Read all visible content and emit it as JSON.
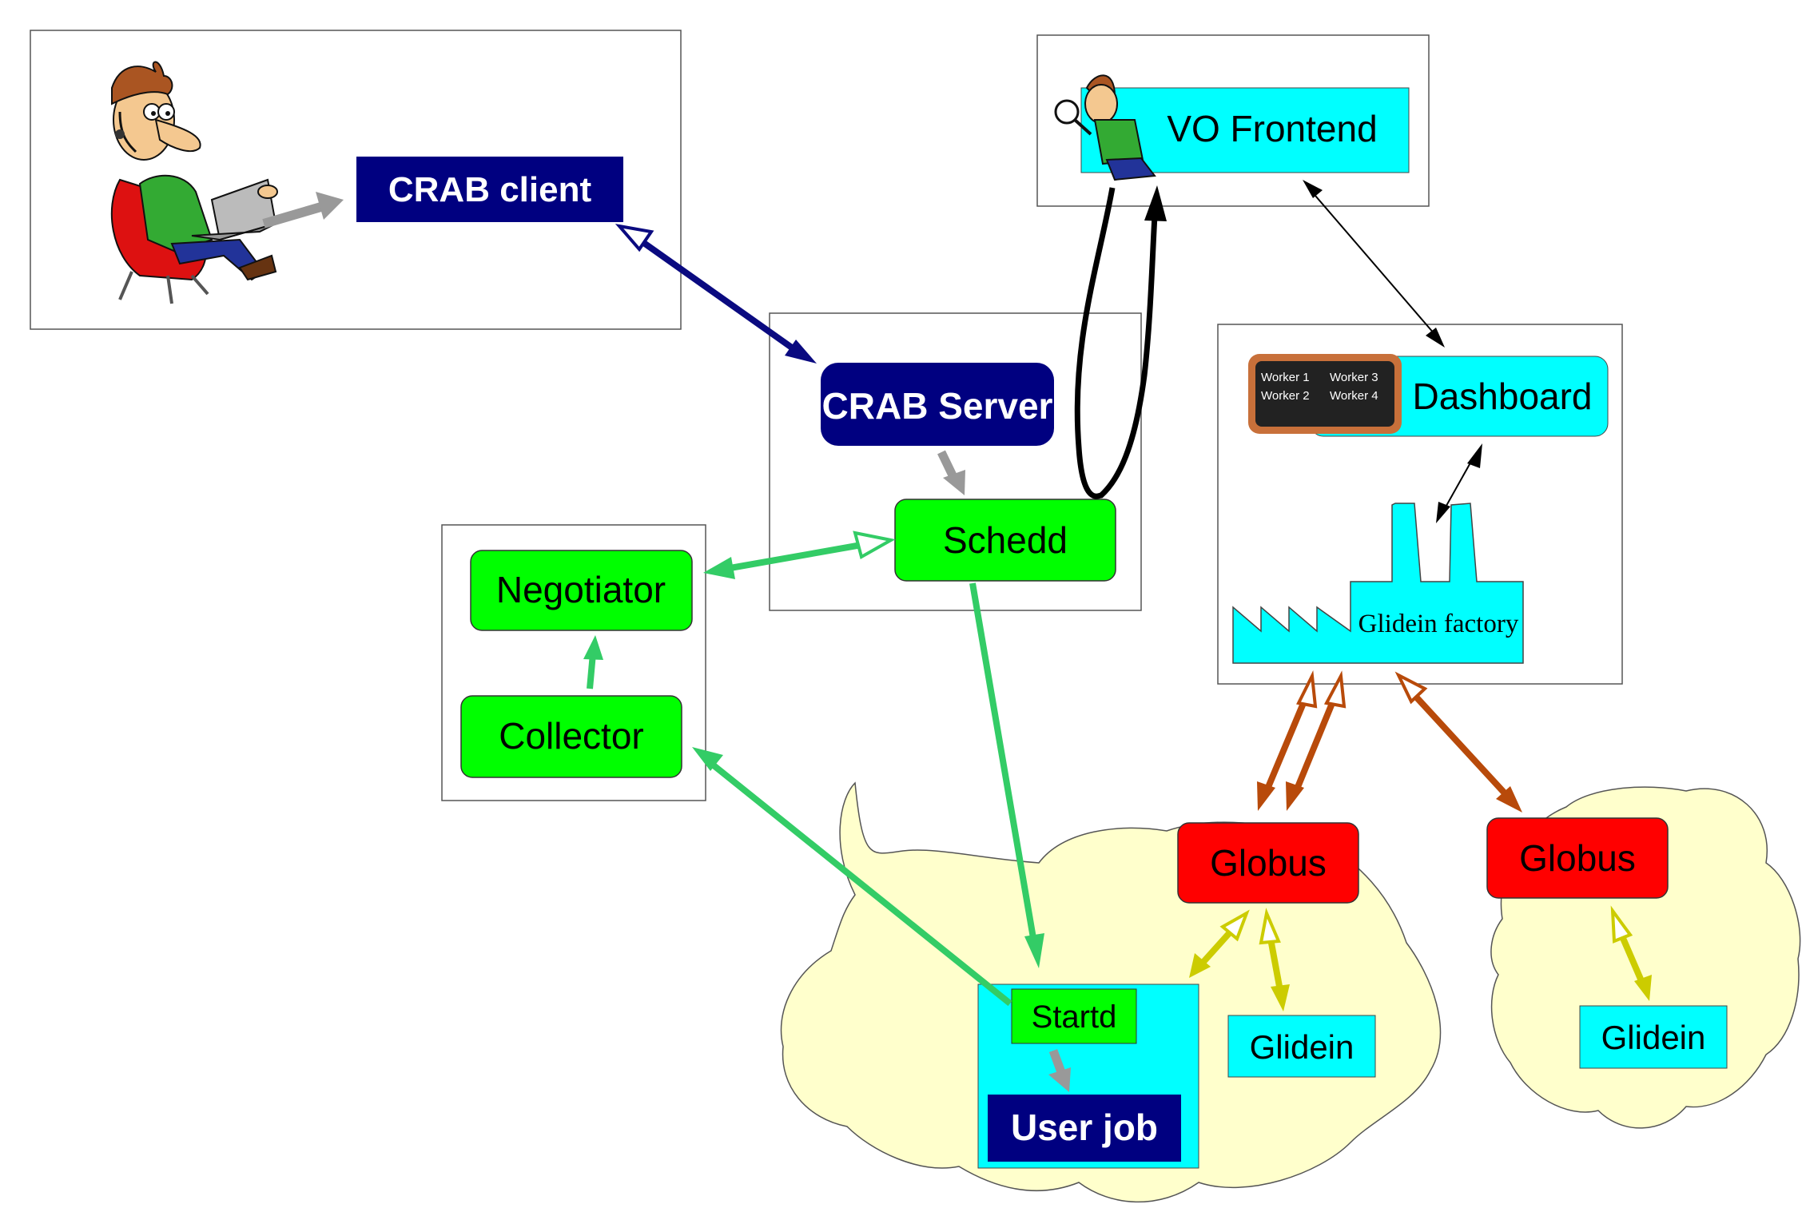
{
  "nodes": {
    "crab_client": "CRAB client",
    "vo_frontend": "VO Frontend",
    "crab_server": "CRAB Server",
    "schedd": "Schedd",
    "negotiator": "Negotiator",
    "collector": "Collector",
    "dashboard": "Dashboard",
    "glidein_factory": "Glidein factory",
    "globus_1": "Globus",
    "globus_2": "Globus",
    "startd": "Startd",
    "user_job": "User job",
    "glidein_1": "Glidein",
    "glidein_2": "Glidein"
  },
  "dashboard_screen": {
    "worker_1": "Worker 1",
    "worker_2": "Worker 2",
    "worker_3": "Worker 3",
    "worker_4": "Worker 4"
  },
  "colors": {
    "navy": "#000080",
    "green_box": "#00ff00",
    "cyan_box": "#00ffff",
    "red_box": "#ff0000",
    "cloud": "#ffffcc",
    "green_arrow": "#33cc66",
    "brown_arrow": "#b84a0a",
    "yellow_arrow": "#cccc00",
    "gray_arrow": "#999999",
    "navy_arrow": "#0a0a80"
  }
}
